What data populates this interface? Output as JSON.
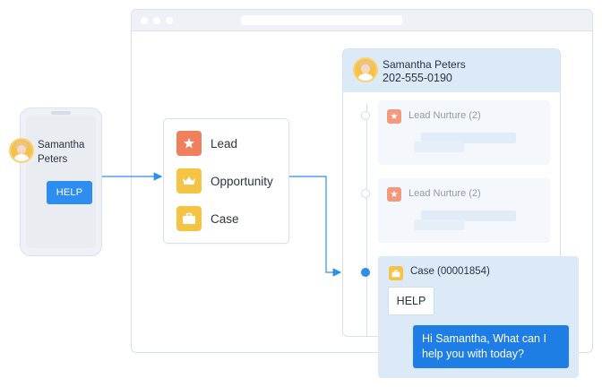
{
  "contact": {
    "name": "Samantha Peters",
    "name_line1": "Samantha",
    "name_line2": "Peters",
    "phone": "202-555-0190"
  },
  "phone": {
    "help_button": "HELP"
  },
  "menu": {
    "items": [
      {
        "label": "Lead",
        "icon": "star-person-icon",
        "color": "#f07f5c"
      },
      {
        "label": "Opportunity",
        "icon": "crown-icon",
        "color": "#f6c445"
      },
      {
        "label": "Case",
        "icon": "briefcase-icon",
        "color": "#f6c445"
      }
    ]
  },
  "timeline": {
    "entries": [
      {
        "label": "Lead Nurture (2)"
      },
      {
        "label": "Lead Nurture (2)"
      }
    ],
    "case": {
      "label": "Case (00001854)",
      "incoming": "HELP",
      "reply": "Hi Samantha, What can I help you with today?"
    }
  },
  "colors": {
    "accent": "#2e8ef0",
    "panel": "#dceaf8"
  }
}
